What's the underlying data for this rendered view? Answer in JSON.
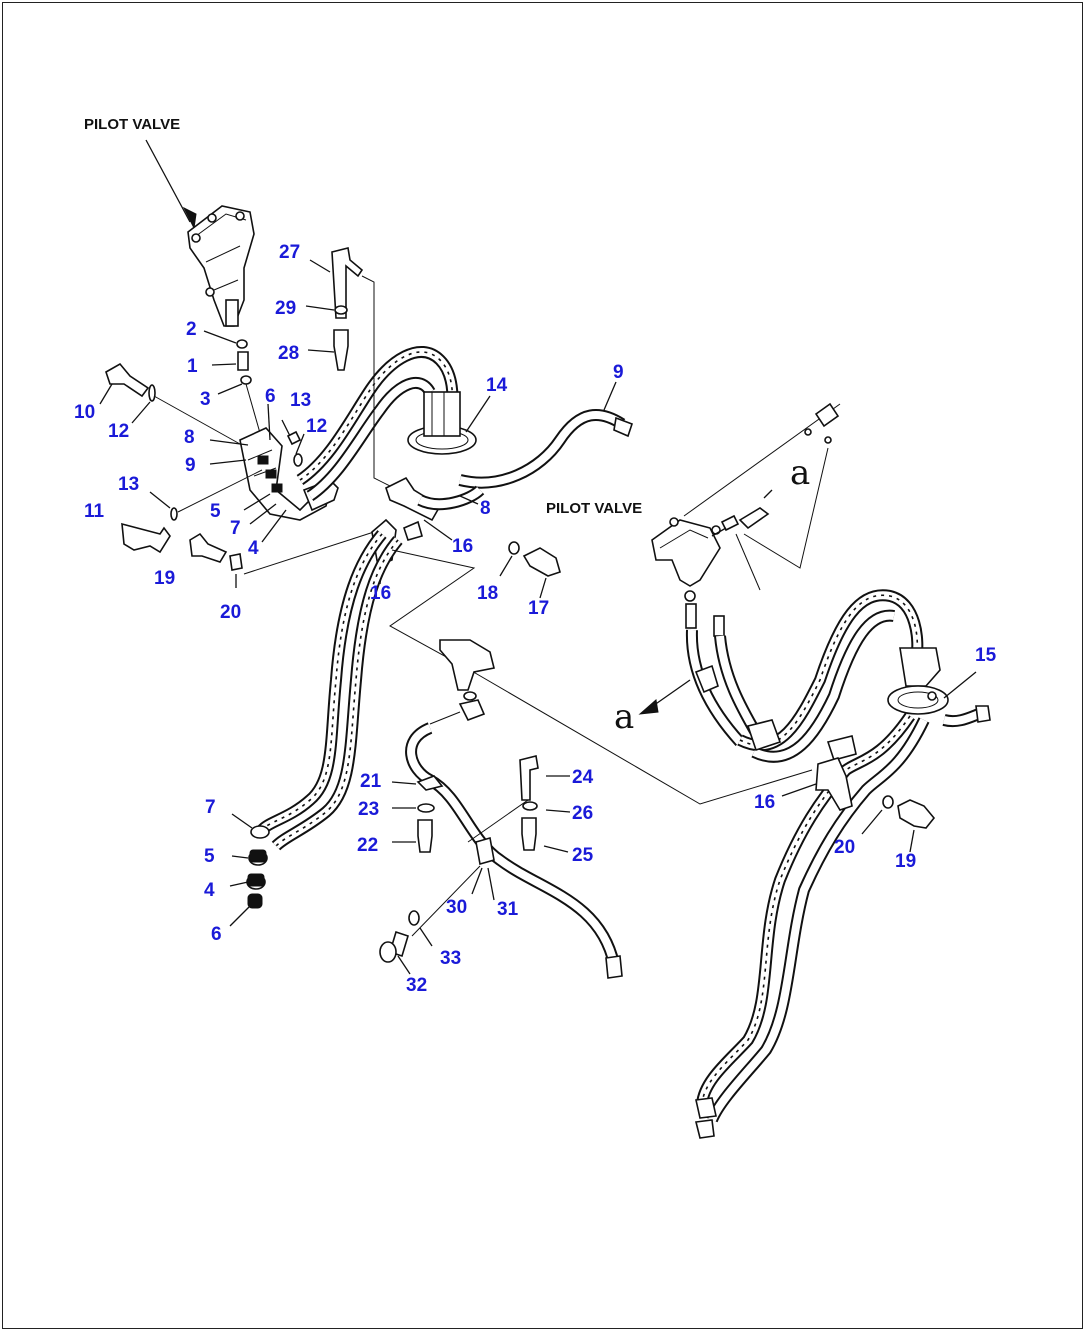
{
  "labels": {
    "pilot_valve_left": "PILOT VALVE",
    "pilot_valve_right": "PILOT VALVE",
    "view_a_upper": "a",
    "view_a_lower": "a"
  },
  "callouts": {
    "c1": "1",
    "c2": "2",
    "c3": "3",
    "c4a": "4",
    "c4b": "4",
    "c5a": "5",
    "c5b": "5",
    "c6a": "6",
    "c6b": "6",
    "c7a": "7",
    "c7b": "7",
    "c8a": "8",
    "c8b": "8",
    "c9a": "9",
    "c9b": "9",
    "c10": "10",
    "c11": "11",
    "c12a": "12",
    "c12b": "12",
    "c13a": "13",
    "c13b": "13",
    "c14": "14",
    "c15": "15",
    "c16a": "16",
    "c16b": "16",
    "c16c": "16",
    "c17": "17",
    "c18": "18",
    "c19a": "19",
    "c19b": "19",
    "c20a": "20",
    "c20b": "20",
    "c21": "21",
    "c22": "22",
    "c23": "23",
    "c24": "24",
    "c25": "25",
    "c26": "26",
    "c27": "27",
    "c28": "28",
    "c29": "29",
    "c30": "30",
    "c31": "31",
    "c32": "32",
    "c33": "33"
  },
  "colors": {
    "callout": "#1a1ad8",
    "line": "#111111",
    "frame": "#222222"
  }
}
